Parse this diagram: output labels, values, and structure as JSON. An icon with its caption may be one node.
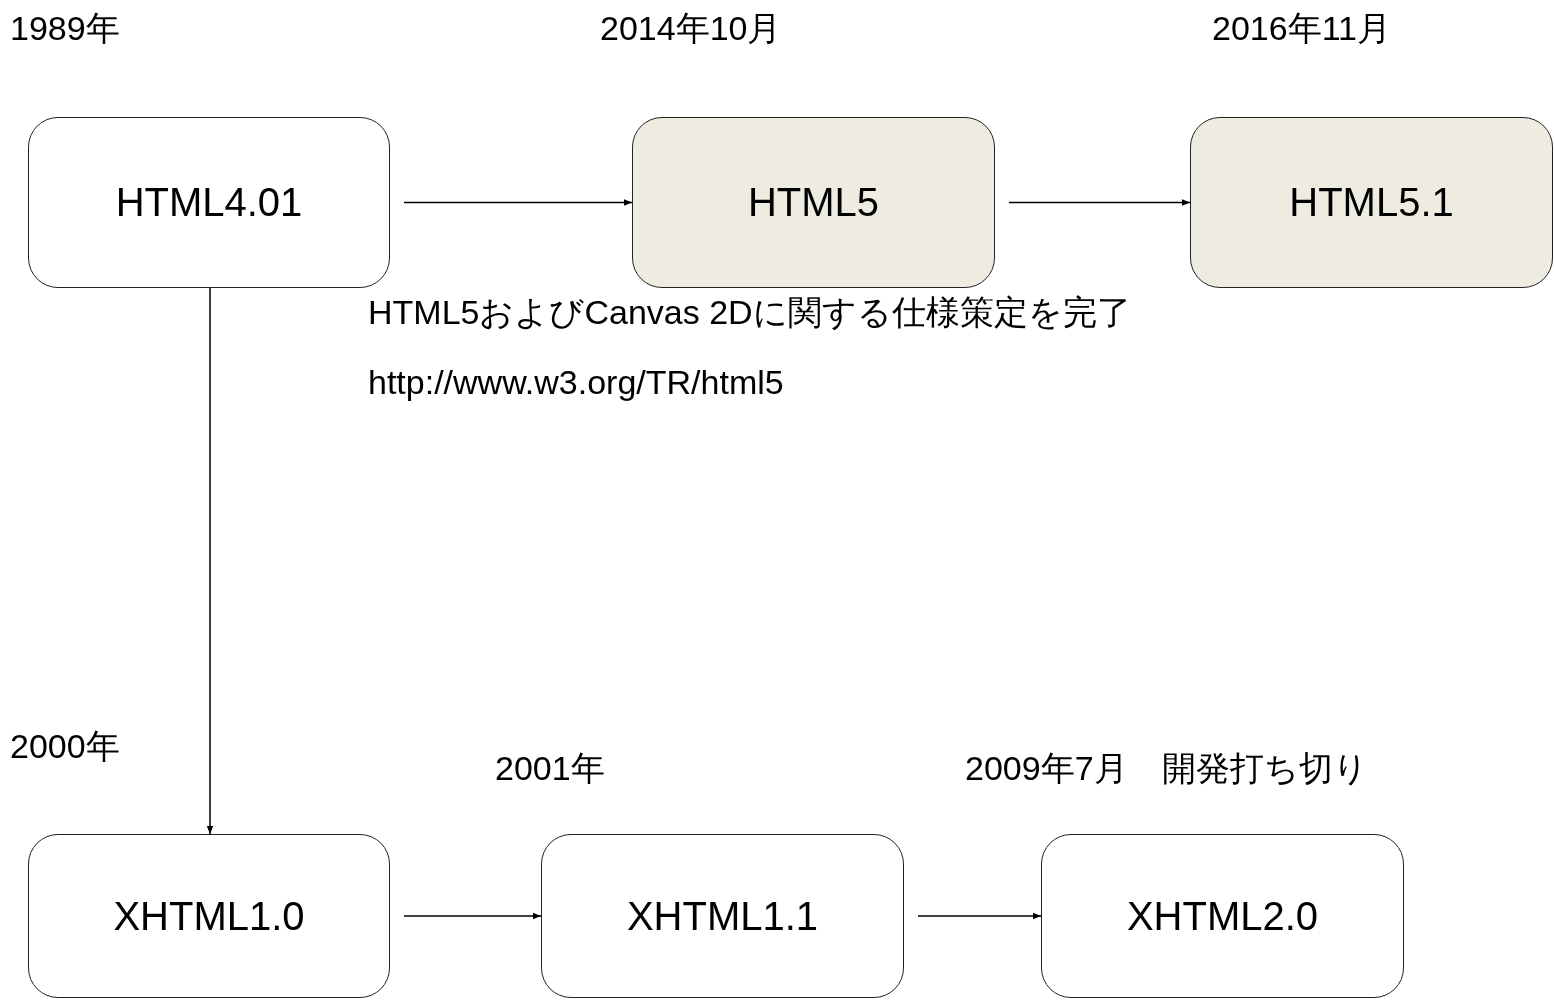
{
  "diagram": {
    "nodes": [
      {
        "text": [
          "HTML4.01"
        ],
        "beside": [
          "1989年"
        ]
      },
      {
        "text": [
          "HTML5"
        ],
        "beside": [
          "2014年10月"
        ]
      },
      {
        "text": [
          "HTML5.1"
        ],
        "beside": [
          "2016年11月"
        ]
      },
      {
        "text": [
          "XHTML1.0"
        ],
        "beside": [
          "2000年"
        ]
      },
      {
        "text": [
          "XHTML1.1"
        ],
        "beside": [
          "2001年"
        ]
      },
      {
        "text": [
          "XHTML2.0"
        ],
        "beside": [
          "2009年7月　開発打ち切り"
        ]
      }
    ],
    "edges": [
      {
        "from": 0,
        "to": 1,
        "arrow": "to"
      },
      {
        "from": 1,
        "to": 2,
        "arrow": "to"
      },
      {
        "from": 0,
        "to": 3,
        "arrow": "to"
      },
      {
        "from": 3,
        "to": 4,
        "arrow": "to"
      },
      {
        "from": 4,
        "to": 5,
        "arrow": "to"
      }
    ],
    "labels": [
      "HTML5およびCanvas 2Dに関する仕様策定を完了",
      "http://www.w3.org/TR/html5"
    ]
  }
}
